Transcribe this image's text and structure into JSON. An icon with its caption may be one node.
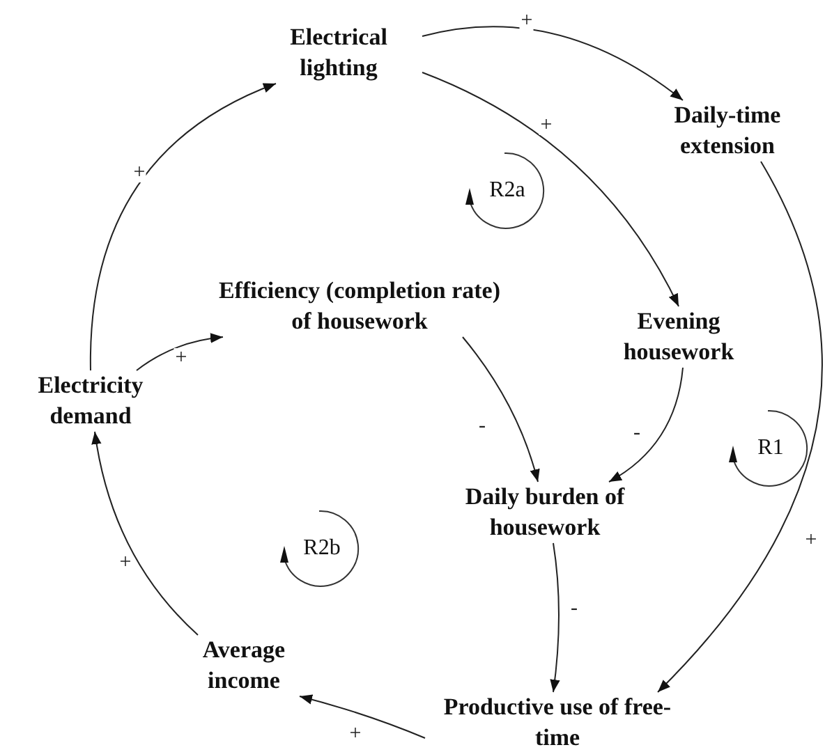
{
  "diagram": {
    "nodes": [
      {
        "text": [
          "Electrical lighting"
        ]
      },
      {
        "text": [
          "Daily-time extension"
        ]
      },
      {
        "text": [
          "Efficiency (completion rate) of housework"
        ]
      },
      {
        "text": [
          "Evening housework"
        ]
      },
      {
        "text": [
          "Electricity demand"
        ]
      },
      {
        "text": [
          "Daily burden of housework"
        ]
      },
      {
        "text": [
          "Average income"
        ]
      },
      {
        "text": [
          "Productive use of free-time"
        ]
      }
    ],
    "edges": [
      {
        "from": 0,
        "to": 1,
        "arrow": "to",
        "label": "+"
      },
      {
        "from": 0,
        "to": 3,
        "arrow": "to",
        "label": "+"
      },
      {
        "from": 4,
        "to": 0,
        "arrow": "to",
        "label": "+"
      },
      {
        "from": 4,
        "to": 2,
        "arrow": "to",
        "label": "+"
      },
      {
        "from": 2,
        "to": 5,
        "arrow": "to",
        "label": "-"
      },
      {
        "from": 3,
        "to": 5,
        "arrow": "to",
        "label": "-"
      },
      {
        "from": 1,
        "to": 7,
        "arrow": "to",
        "label": "+"
      },
      {
        "from": 5,
        "to": 7,
        "arrow": "to",
        "label": "-"
      },
      {
        "from": 7,
        "to": 6,
        "arrow": "to",
        "label": "+"
      },
      {
        "from": 6,
        "to": 4,
        "arrow": "to",
        "label": "+"
      }
    ],
    "labels": [
      "R2a",
      "R1",
      "R2b"
    ]
  }
}
